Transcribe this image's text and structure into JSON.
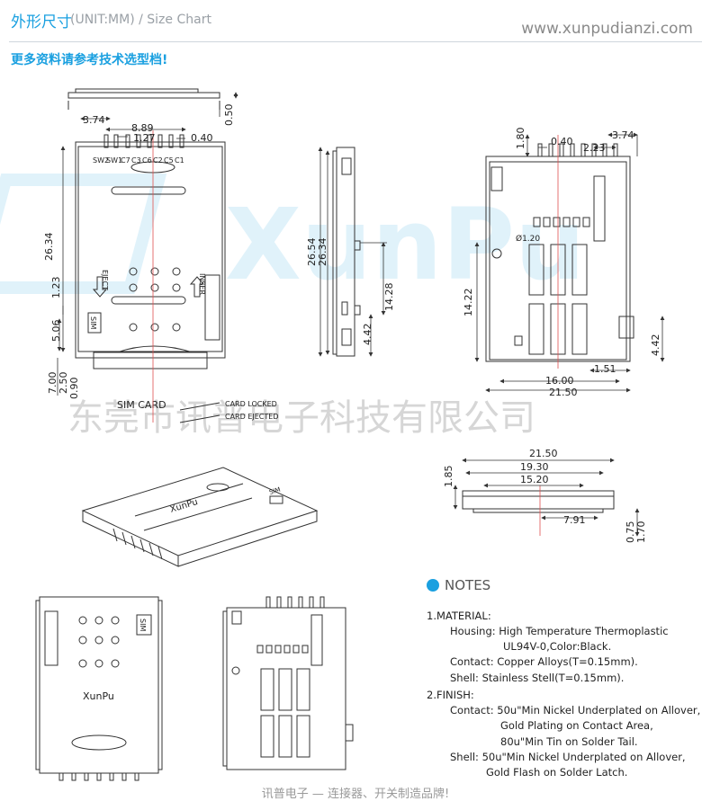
{
  "header": {
    "title_cn": "外形尺寸",
    "title_en": "(UNIT:MM) / Size Chart",
    "website": "www.xunpudianzi.com",
    "subtitle": "更多资料请参考技术选型档!"
  },
  "watermark": {
    "brand": "XunPu",
    "company": "东莞市讯普电子科技有限公司"
  },
  "top_view": {
    "pins": [
      "SW2",
      "SW1",
      "C7",
      "C3",
      "C6",
      "C2",
      "C5",
      "C1"
    ],
    "dims": [
      "3.74",
      "8.89",
      "1.27",
      "0.40",
      "0.50",
      "26.34",
      "1.23",
      "5.06",
      "7.00",
      "2.50",
      "0.90"
    ],
    "labels": {
      "eject": "EJECT",
      "insert": "INSER",
      "sim": "SIM",
      "sim_card": "SIM CARD",
      "locked": "CARD LOCKED",
      "ejected": "CARD EJECTED"
    }
  },
  "side_view": {
    "dims": [
      "26.54",
      "26.34",
      "14.28",
      "4.42"
    ]
  },
  "bottom_view": {
    "dims": [
      "1.80",
      "0.40",
      "2.23",
      "3.74",
      "Ø1.20",
      "14.22",
      "4.42",
      "1.51",
      "16.00",
      "21.50"
    ]
  },
  "front_view": {
    "dims": [
      "21.50",
      "19.30",
      "15.20",
      "1.85",
      "7.91",
      "0.75",
      "1.70"
    ]
  },
  "iso_view": {
    "brand": "XunPu",
    "sim": "SIM"
  },
  "notes": {
    "heading": "NOTES",
    "material_title": "1.MATERIAL:",
    "housing_label": "Housing:",
    "housing_value": "High Temperature Thermoplastic",
    "housing_value2": "UL94V-0,Color:Black.",
    "contact_label": "Contact:",
    "contact_value": "Copper Alloys(T=0.15mm).",
    "shell_label": "Shell:",
    "shell_value": "Stainless Stell(T=0.15mm).",
    "finish_title": "2.FINISH:",
    "finish_contact_label": "Contact:",
    "finish_contact_1": "50u\"Min Nickel Underplated on Allover,",
    "finish_contact_2": "Gold Plating on Contact Area,",
    "finish_contact_3": "80u\"Min Tin on Solder Tail.",
    "finish_shell_label": "Shell:",
    "finish_shell_1": "50u\"Min Nickel Underplated on Allover,",
    "finish_shell_2": "Gold Flash on Solder Latch."
  },
  "footer": "讯普电子 — 连接器、开关制造品牌!",
  "colors": {
    "accent": "#1aa0e0",
    "line": "#333333",
    "red_center": "#e05050"
  }
}
